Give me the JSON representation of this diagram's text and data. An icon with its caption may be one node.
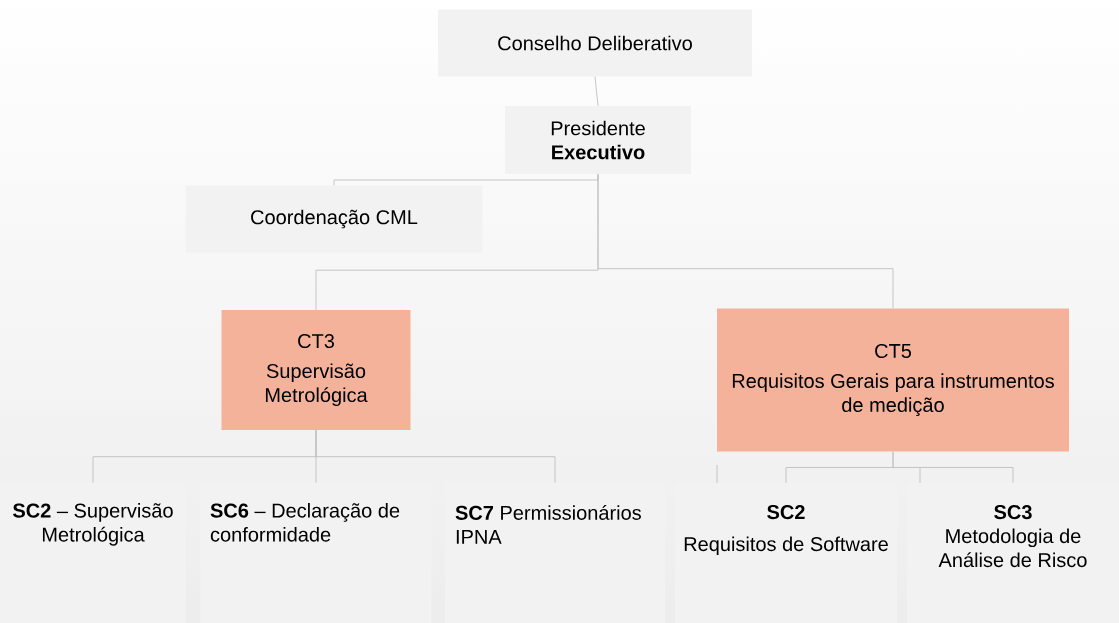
{
  "diagram": {
    "nodes": [
      {
        "text": [
          "Conselho Deliberativo"
        ]
      },
      {
        "text": [
          "Presidente **Executivo**"
        ]
      },
      {
        "text": [
          "Coordenação CML"
        ]
      },
      {
        "text": [
          "CT3",
          "Supervisão Metrológica"
        ]
      },
      {
        "text": [
          "CT5",
          "Requisitos Gerais para instrumentos de medição"
        ]
      },
      {
        "text": [
          "**SC2** – Supervisão Metrológica"
        ]
      },
      {
        "text": [
          "**SC6** – Declaração de conformidade"
        ]
      },
      {
        "text": [
          "**SC7** Permissionários IPNA"
        ]
      },
      {
        "text": [
          "SC2",
          "Requisitos de Software"
        ]
      },
      {
        "text": [
          "SC3",
          "Metodologia de Análise de Risco"
        ]
      }
    ],
    "edges": [
      {
        "from": 0,
        "to": 1,
        "arrow": "none"
      },
      {
        "from": 1,
        "to": 2,
        "arrow": "none"
      },
      {
        "from": 1,
        "to": 3,
        "arrow": "none"
      },
      {
        "from": 1,
        "to": 4,
        "arrow": "none"
      },
      {
        "from": 3,
        "to": 5,
        "arrow": "none"
      },
      {
        "from": 3,
        "to": 6,
        "arrow": "none"
      },
      {
        "from": 3,
        "to": 7,
        "arrow": "none"
      },
      {
        "from": 4,
        "to": 8,
        "arrow": "none"
      },
      {
        "from": 4,
        "to": 9,
        "arrow": "none"
      }
    ]
  }
}
